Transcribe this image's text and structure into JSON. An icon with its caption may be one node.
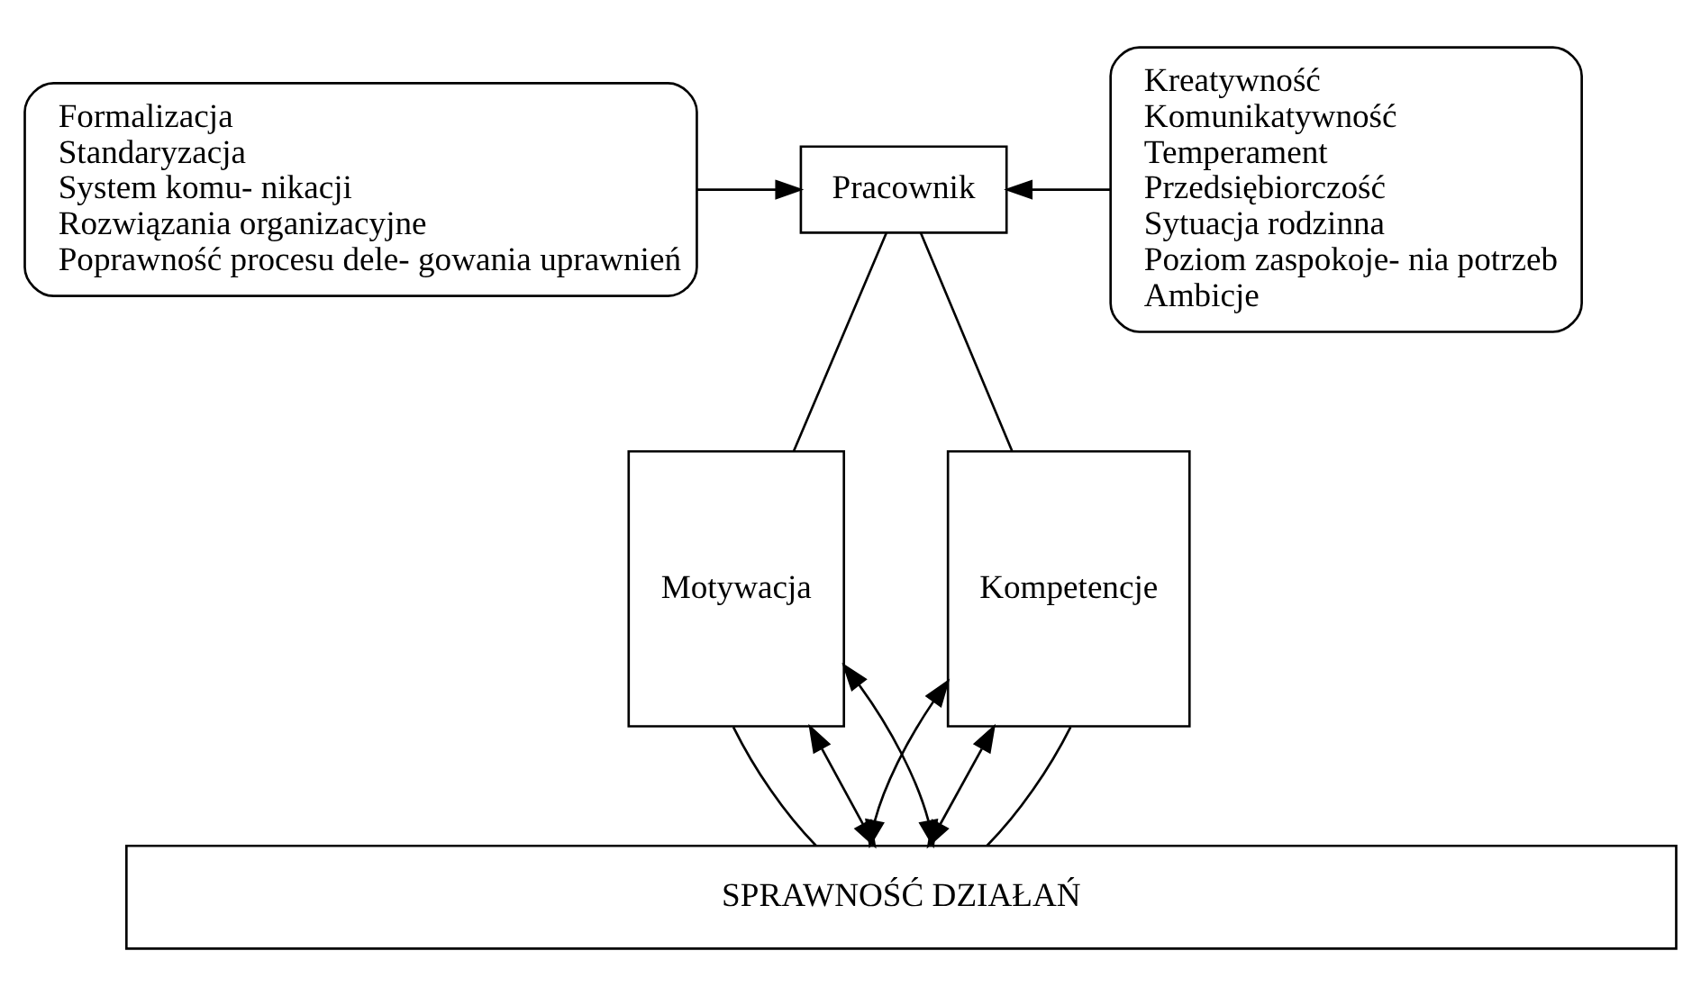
{
  "diagram": {
    "nodes": [
      {
        "text": [
          "Formalizacja",
          "Standaryzacja",
          "System komu- nikacji",
          "Rozwiązania organizacyjne",
          "Poprawność procesu dele- gowania uprawnień"
        ]
      },
      {
        "text": [
          "Pracownik"
        ]
      },
      {
        "text": [
          "Kreatywność",
          "Komunikatywność",
          "Temperament",
          "Przedsiębiorczość",
          "Sytuacja rodzinna",
          "Poziom zaspokoje- nia potrzeb",
          "Ambicje"
        ]
      },
      {
        "text": [
          "Motywacja"
        ]
      },
      {
        "text": [
          "Kompetencje"
        ]
      },
      {
        "text": [
          "SPRAWNOŚĆ DZIAŁAŃ"
        ]
      }
    ],
    "edges": [
      {
        "from": 0,
        "to": 1,
        "arrow": "to"
      },
      {
        "from": 2,
        "to": 1,
        "arrow": "to"
      },
      {
        "from": 1,
        "to": 3,
        "arrow": "none"
      },
      {
        "from": 1,
        "to": 4,
        "arrow": "none"
      },
      {
        "from": 3,
        "to": 5,
        "arrow": "none"
      },
      {
        "from": 3,
        "to": 5,
        "arrow": "both"
      },
      {
        "from": 3,
        "to": 5,
        "arrow": "both"
      },
      {
        "from": 4,
        "to": 5,
        "arrow": "both"
      },
      {
        "from": 4,
        "to": 5,
        "arrow": "both"
      },
      {
        "from": 4,
        "to": 5,
        "arrow": "none"
      }
    ]
  }
}
